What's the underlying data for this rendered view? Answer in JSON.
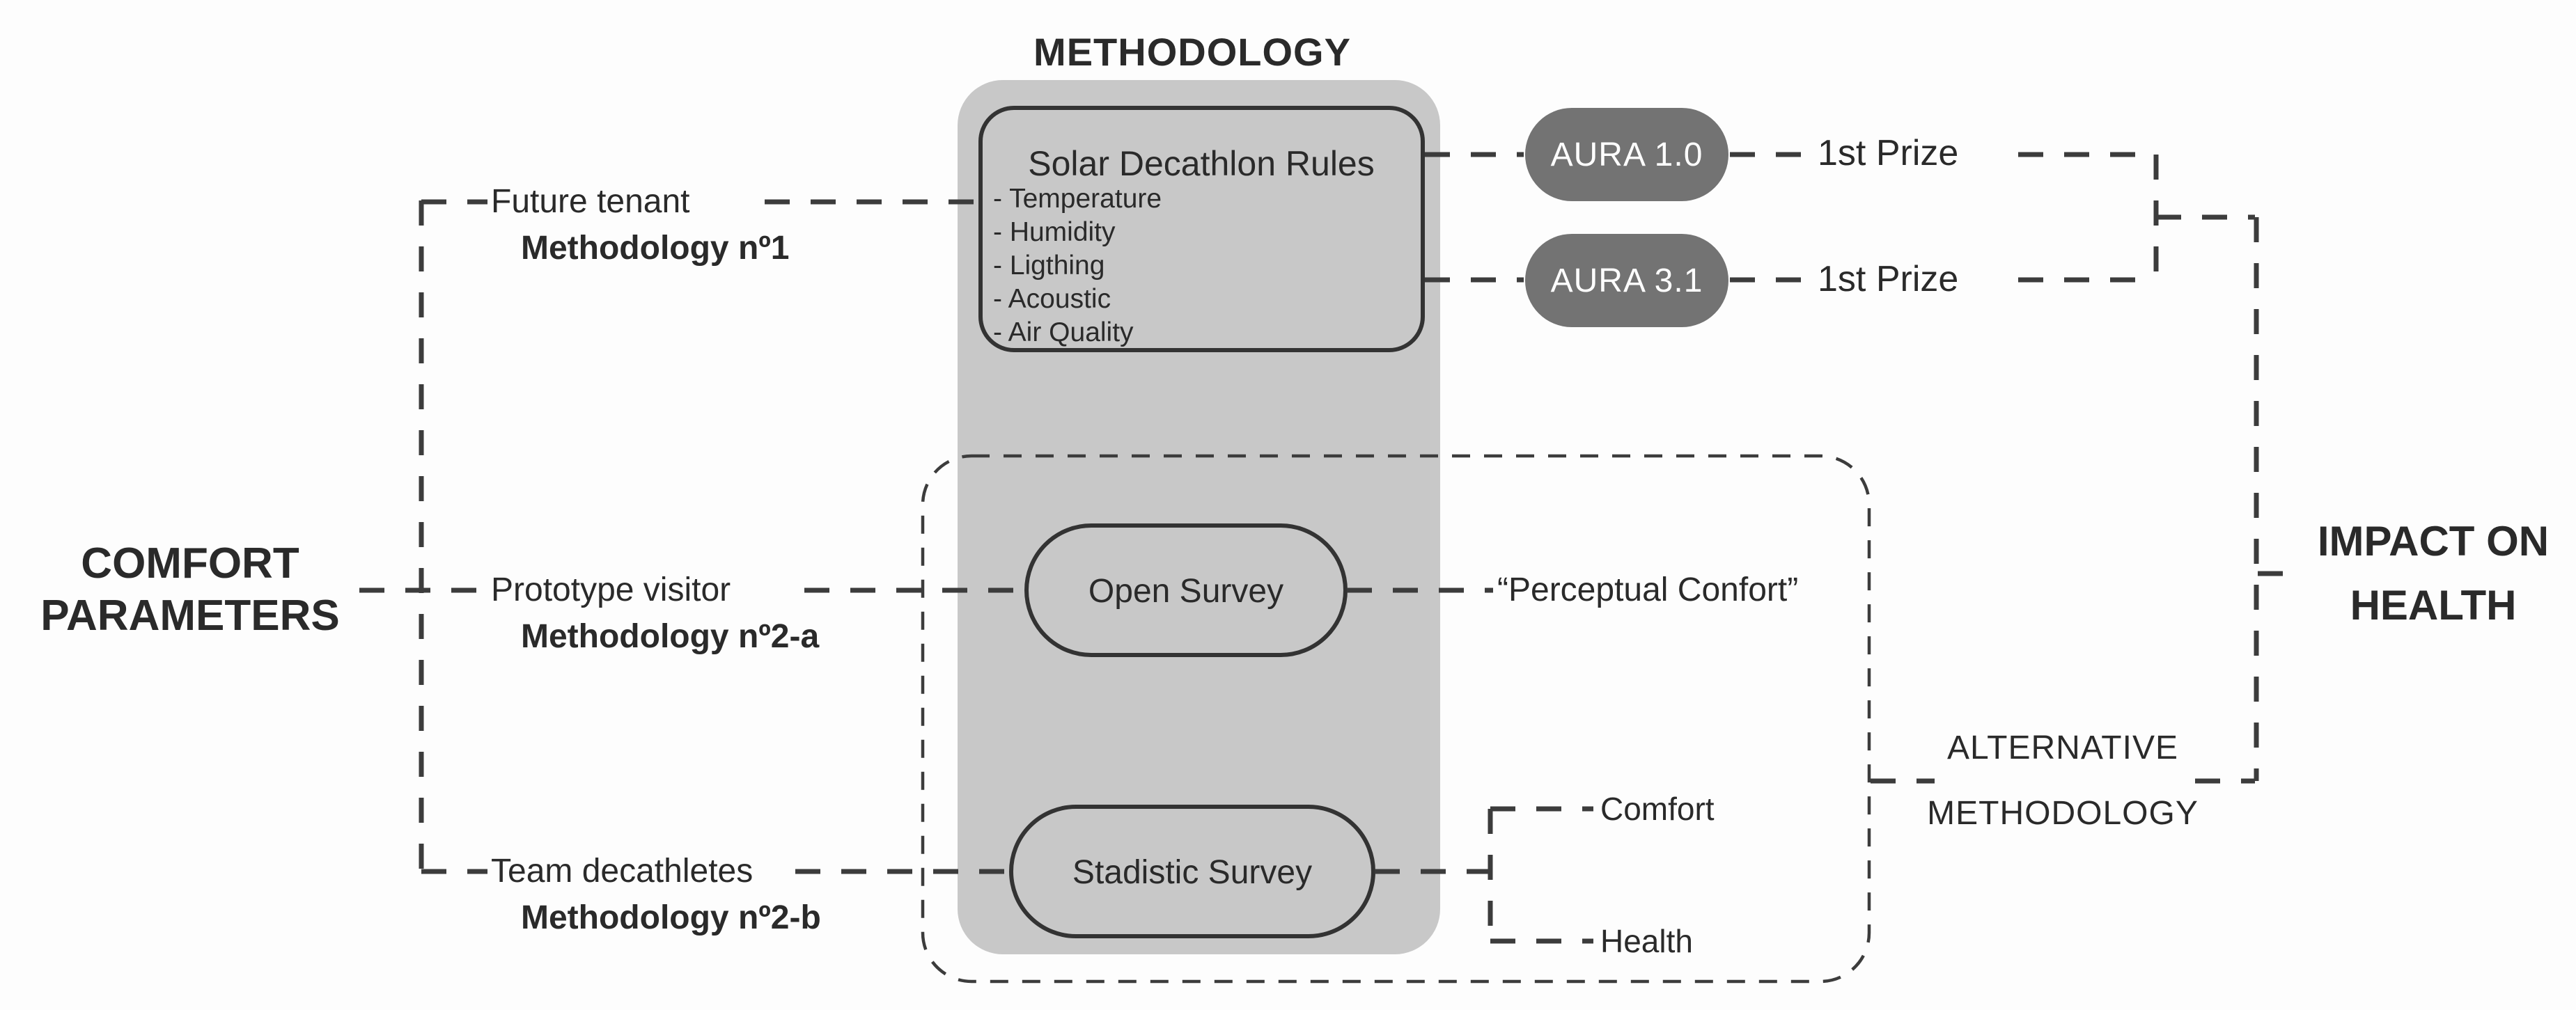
{
  "title": "METHODOLOGY",
  "left_heading": {
    "line1": "COMFORT",
    "line2": "PARAMETERS"
  },
  "right_heading": {
    "line1": "IMPACT ON",
    "line2": "HEALTH"
  },
  "rows": [
    {
      "label": "Future tenant",
      "method": "Methodology nº1"
    },
    {
      "label": "Prototype visitor",
      "method": "Methodology nº2-a"
    },
    {
      "label": "Team decathletes",
      "method": "Methodology nº2-b"
    }
  ],
  "solar_box": {
    "title": "Solar Decathlon Rules",
    "items": [
      "- Temperature",
      "- Humidity",
      "- Ligthing",
      "- Acoustic",
      "- Air Quality"
    ]
  },
  "pills": [
    {
      "label": "AURA 1.0",
      "prize": "1st Prize"
    },
    {
      "label": "AURA 3.1",
      "prize": "1st Prize"
    }
  ],
  "surveys": {
    "open": "Open Survey",
    "stadistic": "Stadistic Survey"
  },
  "perceptual_comfort": "“Perceptual Confort”",
  "branch": {
    "top": "Comfort",
    "bottom": "Health"
  },
  "alt_methodology": {
    "line1": "ALTERNATIVE",
    "line2": "METHODOLOGY"
  },
  "colors": {
    "panel_gray": "#c8c8c8",
    "pill_gray": "#737373",
    "line_dark": "#3c3c3c",
    "text": "#2a2a2a",
    "pill_text": "#ffffff",
    "background": "#fdfdfd"
  }
}
